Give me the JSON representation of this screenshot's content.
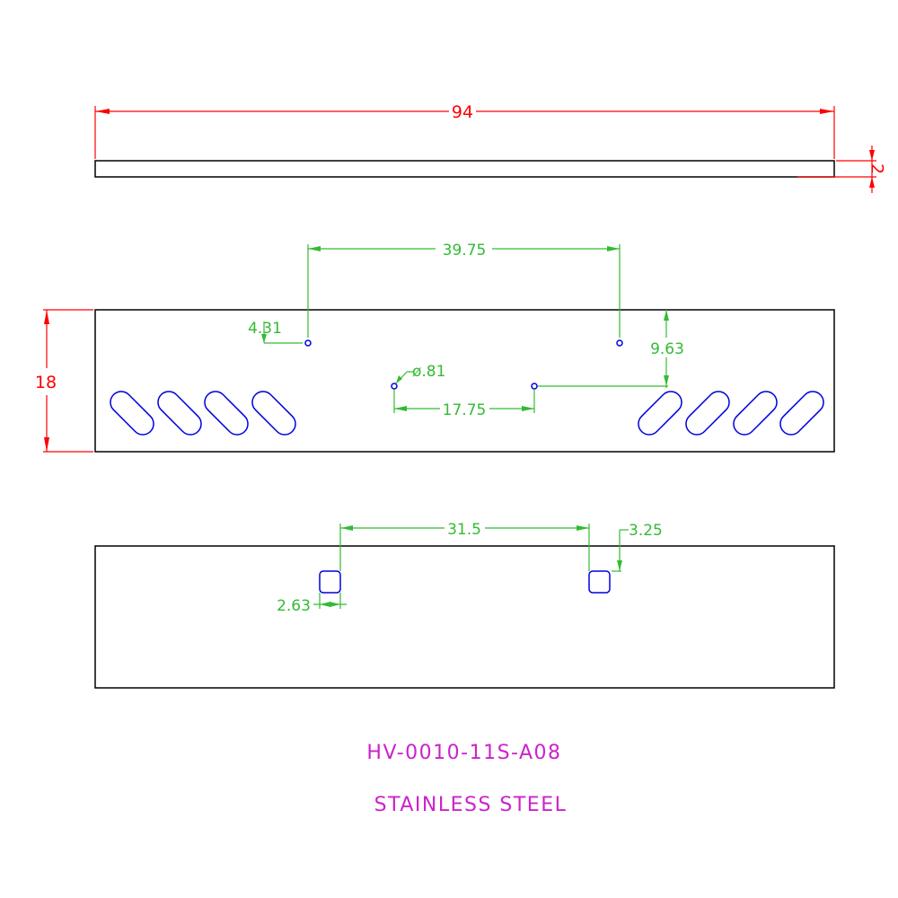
{
  "dimensions": {
    "overall_length": "94",
    "thickness": "2",
    "width": "18",
    "hole_spacing": "39.75",
    "hole_offset_left": "4.31",
    "hole_offset_right": "9.63",
    "pin_diameter": "ø.81",
    "pin_spacing": "17.75",
    "tab_spacing": "31.5",
    "tab_offset": "3.25",
    "tab_width": "2.63"
  },
  "title_block": {
    "part_number": "HV-0010-11S-A08",
    "material": "STAINLESS STEEL"
  },
  "colors": {
    "outline": "#000000",
    "dimension_major": "#ff0000",
    "dimension_minor": "#33bb33",
    "holes": "#0000dd",
    "title": "#cc22cc"
  }
}
